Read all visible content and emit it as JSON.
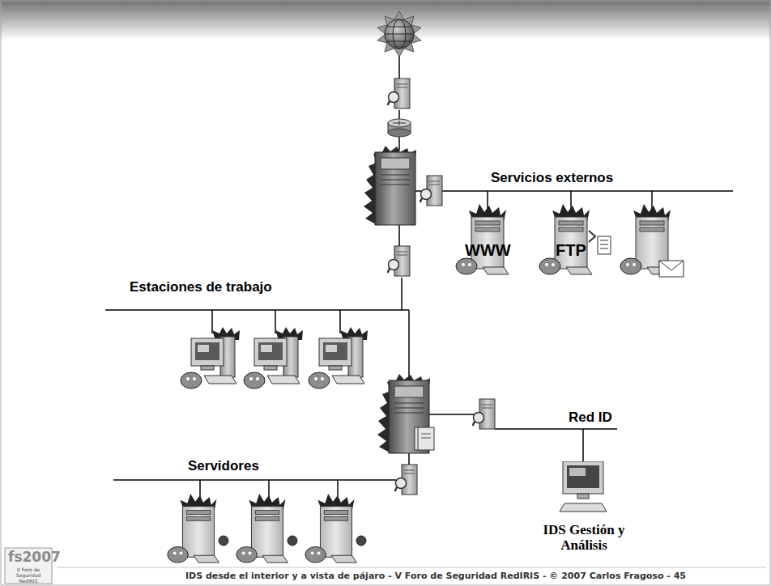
{
  "diagram": {
    "nodes": [
      {
        "text": [
          "WWW"
        ]
      },
      {
        "text": [
          "FTP"
        ]
      },
      {
        "text": [
          "IDS Gestión y Análisis"
        ]
      }
    ],
    "labels": [
      "Servicios externos",
      "Estaciones de trabajo",
      "Red ID",
      "Servidores",
      "IDS desde el interior y a vista de pájaro - V Foro de Seguridad RedIRIS - © 2007 Carlos Fragoso - 45",
      "fs2007",
      "V Foro de Seguridad RedIRIS"
    ]
  }
}
